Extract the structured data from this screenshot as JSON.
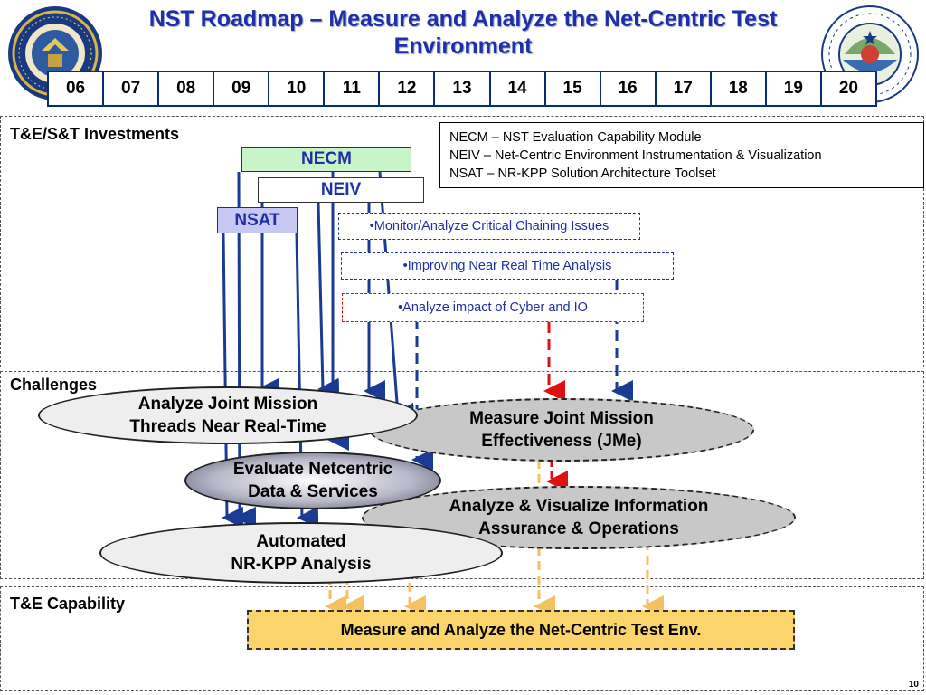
{
  "title": "NST Roadmap – Measure and Analyze the Net-Centric Test Environment",
  "timeline": [
    "06",
    "07",
    "08",
    "09",
    "10",
    "11",
    "12",
    "13",
    "14",
    "15",
    "16",
    "17",
    "18",
    "19",
    "20"
  ],
  "sections": {
    "investments": "T&E/S&T Investments",
    "challenges": "Challenges",
    "capability": "T&E Capability"
  },
  "legend": [
    "NECM – NST Evaluation Capability Module",
    "NEIV – Net-Centric Environment Instrumentation & Visualization",
    "NSAT – NR-KPP Solution Architecture Toolset"
  ],
  "programs": {
    "necm": "NECM",
    "neiv": "NEIV",
    "nsat": "NSAT"
  },
  "activities": [
    "•Monitor/Analyze Critical Chaining Issues",
    "•Improving Near Real Time Analysis",
    "•Analyze impact of Cyber and IO"
  ],
  "challenges": {
    "joint_threads": [
      "Analyze Joint Mission",
      "Threads Near Real-Time"
    ],
    "jme": [
      "Measure Joint Mission",
      "Effectiveness (JMe)"
    ],
    "netcentric": [
      "Evaluate Netcentric",
      "Data & Services"
    ],
    "info_assurance": [
      "Analyze & Visualize Information",
      "Assurance & Operations"
    ],
    "nrkpp": [
      "Automated",
      "NR-KPP Analysis"
    ]
  },
  "capability": "Measure and Analyze the Net-Centric Test Env.",
  "page_number": "10",
  "colors": {
    "title": "#1f2fa8",
    "necm_fill": "#c8f5c8",
    "nsat_fill": "#c8c8f5",
    "arrow_blue": "#1b3a94",
    "arrow_red": "#e01010",
    "arrow_yellow": "#f5c060",
    "capability_fill": "#fbd46b"
  }
}
